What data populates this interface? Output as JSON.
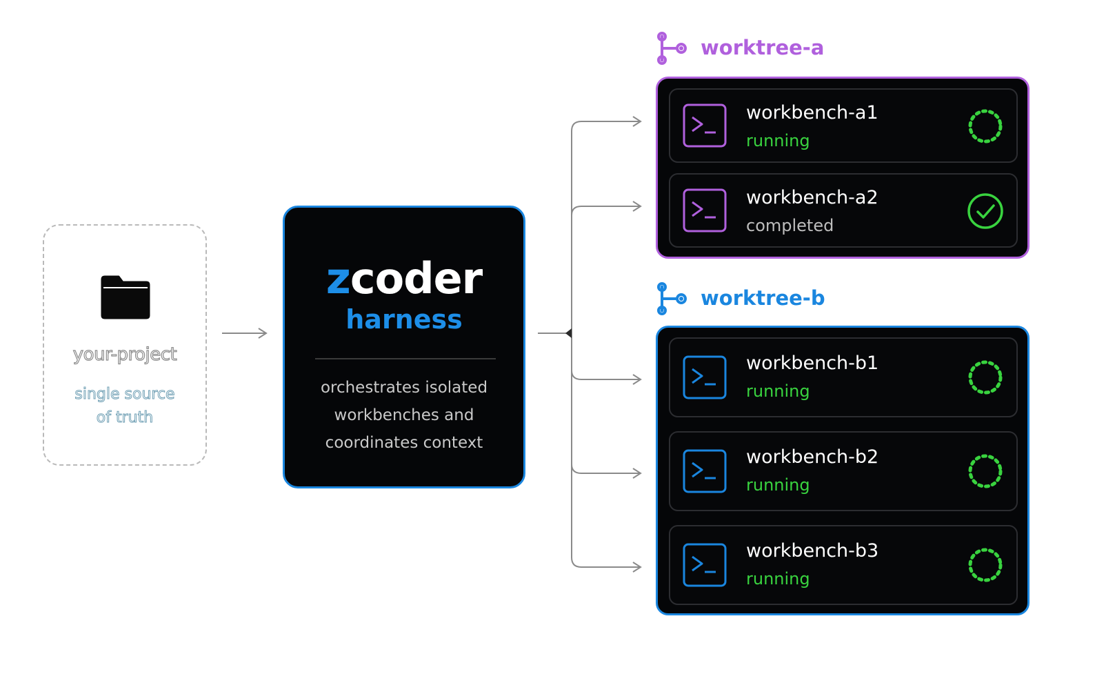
{
  "project": {
    "name": "your-project",
    "subtitle": [
      "single source",
      "of truth"
    ]
  },
  "harness": {
    "title_accent": "z",
    "title_rest": "coder",
    "subtitle": "harness",
    "description": [
      "orchestrates isolated",
      "workbenches and",
      "coordinates context"
    ]
  },
  "worktrees": [
    {
      "label": "worktree-a",
      "color": "#b060dd",
      "workbenches": [
        {
          "name": "workbench-a1",
          "status": "running"
        },
        {
          "name": "workbench-a2",
          "status": "completed"
        }
      ]
    },
    {
      "label": "worktree-b",
      "color": "#1a86df",
      "workbenches": [
        {
          "name": "workbench-b1",
          "status": "running"
        },
        {
          "name": "workbench-b2",
          "status": "running"
        },
        {
          "name": "workbench-b3",
          "status": "running"
        }
      ]
    }
  ],
  "colors": {
    "running": "#39d33f",
    "completed_check": "#39d33f",
    "harness_accent": "#1d8ee8",
    "worktree_a": "#b060dd",
    "worktree_b": "#1a86df"
  },
  "icons": {
    "project": "folder-icon",
    "worktree": "git-branch-icon",
    "workbench": "terminal-icon",
    "running": "spinner-icon",
    "completed": "check-circle-icon"
  }
}
